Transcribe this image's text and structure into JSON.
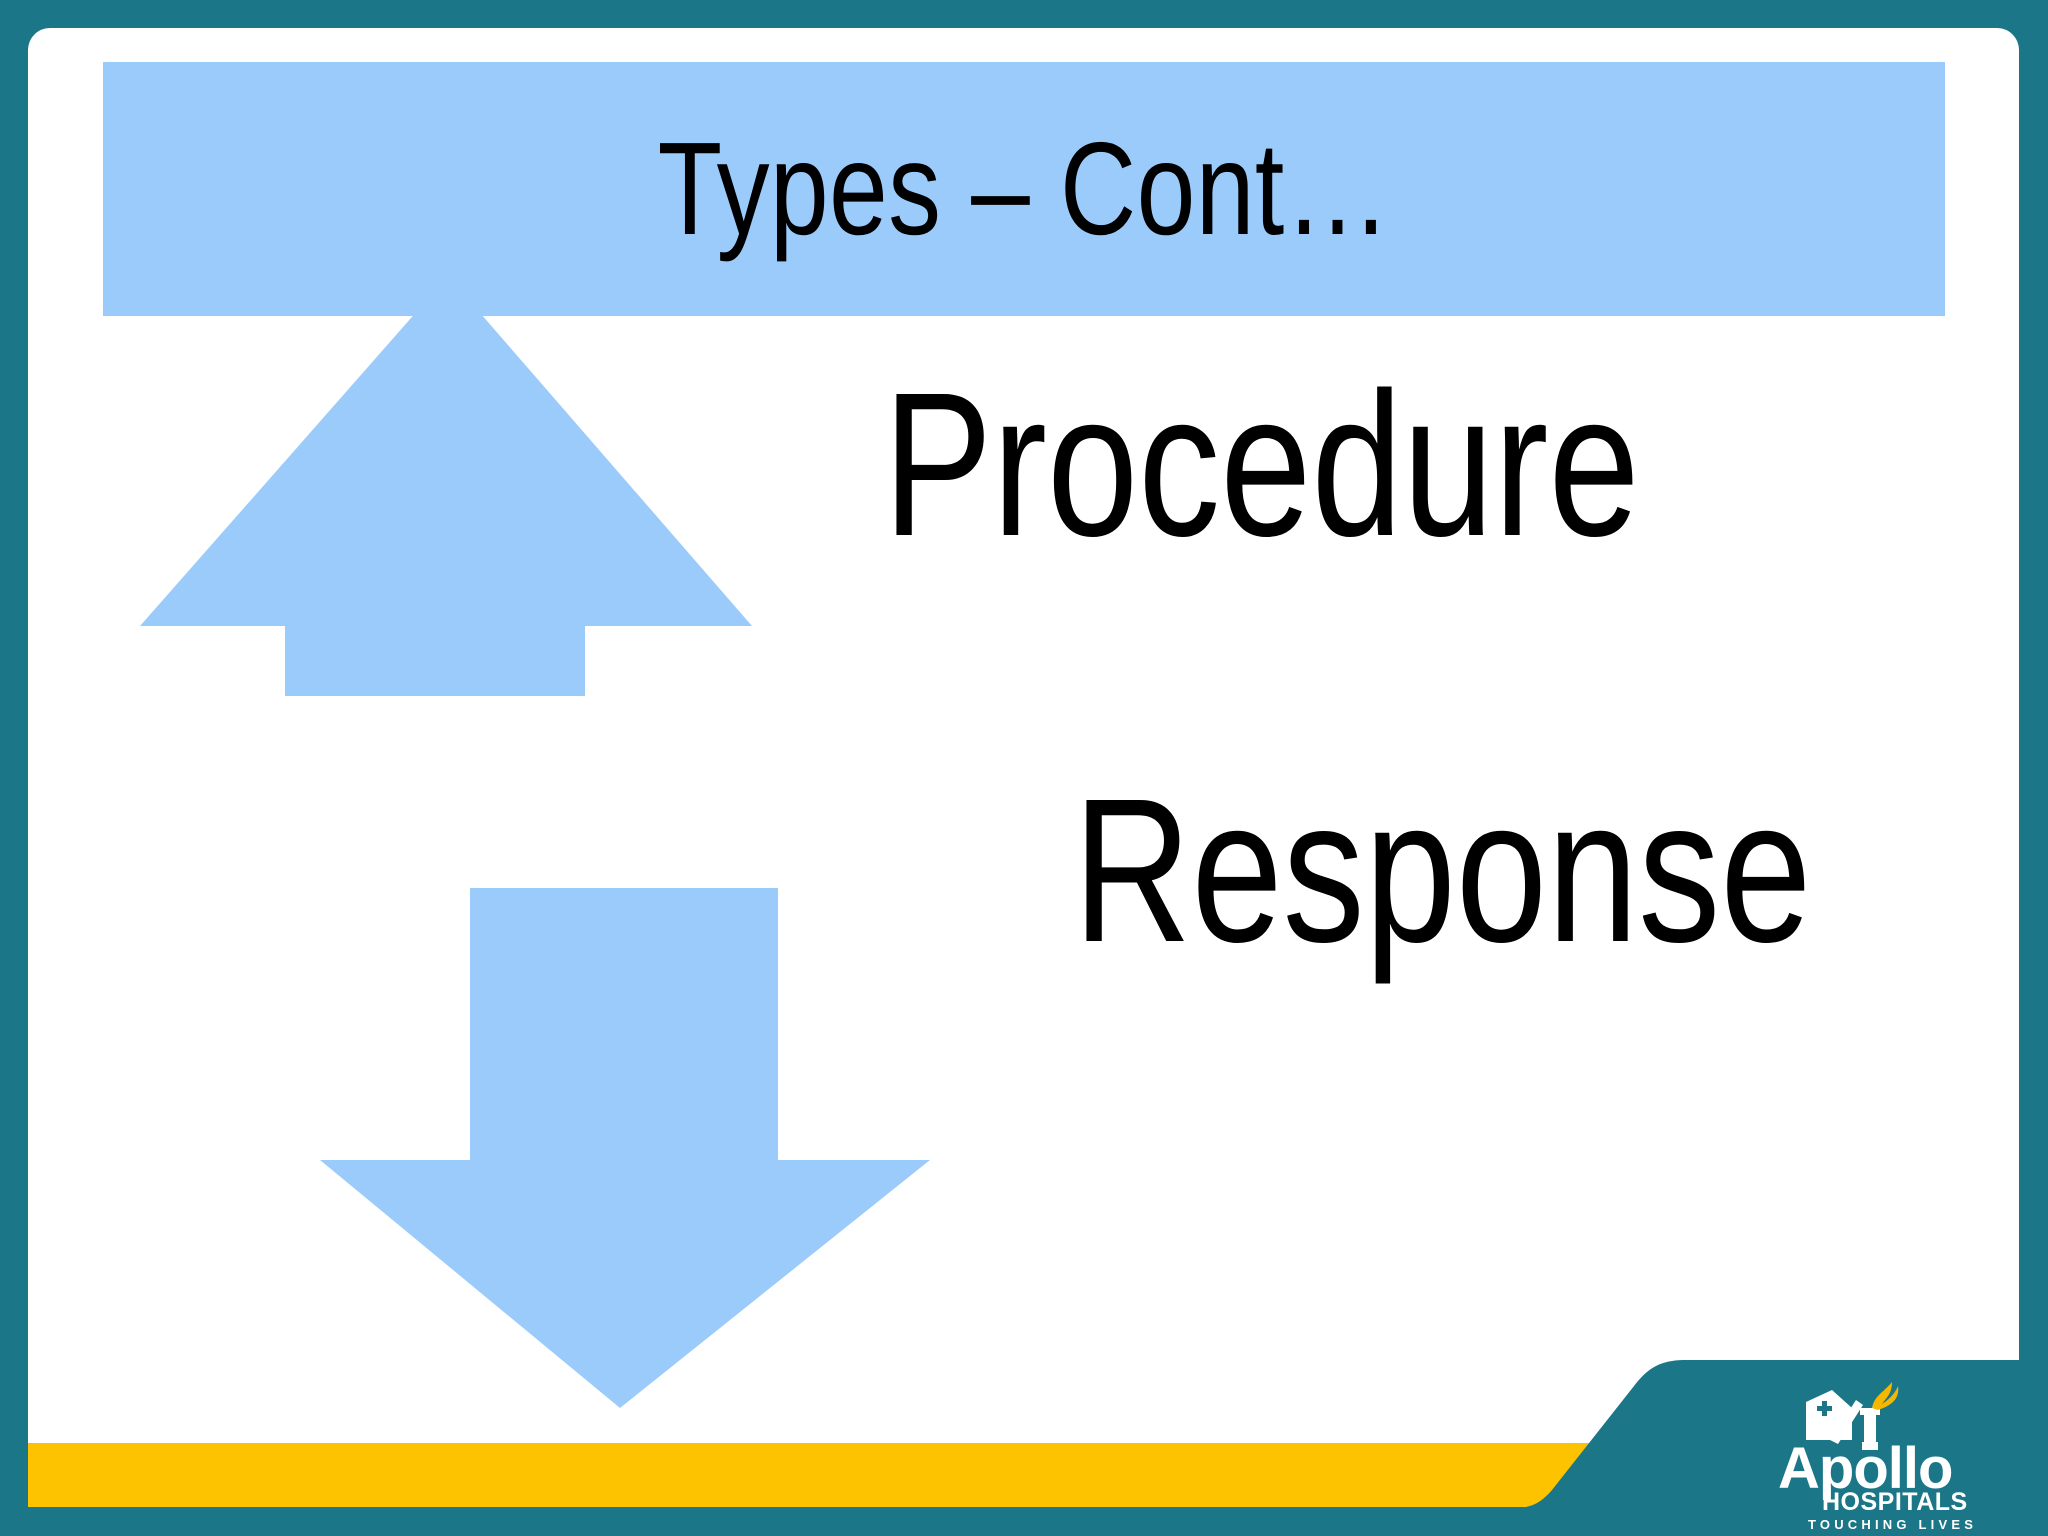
{
  "slide": {
    "title": "Types – Cont…",
    "items": [
      {
        "id": "procedure",
        "label": "Procedure",
        "arrow": "arrow-up-icon"
      },
      {
        "id": "response",
        "label": "Response",
        "arrow": "arrow-down-icon"
      }
    ]
  },
  "branding": {
    "name": "Apollo",
    "sub": "HOSPITALS",
    "tagline": "TOUCHING LIVES"
  },
  "colors": {
    "frame_teal": "#1B7687",
    "title_blue": "#9BCBFA",
    "arrow_blue": "#9BCBFA",
    "band_yellow": "#FDC300",
    "slide_white": "#FFFFFF",
    "text_black": "#000000",
    "logo_flame": "#F5B700"
  }
}
